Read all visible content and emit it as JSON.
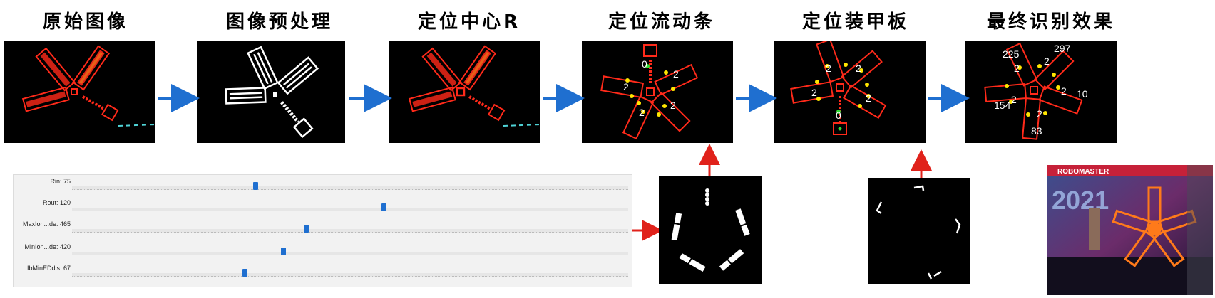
{
  "stages": [
    "原始图像",
    "图像预处理",
    "定位中心R",
    "定位流动条",
    "定位装甲板",
    "最终识别效果"
  ],
  "sliders": [
    {
      "label": "Rin: 75",
      "fraction": 0.33
    },
    {
      "label": "Rout: 120",
      "fraction": 0.56
    },
    {
      "label": "MaxIon...de: 465",
      "fraction": 0.42
    },
    {
      "label": "MinIon...de: 420",
      "fraction": 0.38
    },
    {
      "label": "IbMinEDdis: 67",
      "fraction": 0.31
    }
  ],
  "flow_panel_labels": [
    "0",
    "2",
    "2",
    "2",
    "2"
  ],
  "armor_panel_labels": [
    "2",
    "2",
    "2",
    "2",
    "0"
  ],
  "final_labels": [
    "225",
    "297",
    "2",
    "2",
    "2",
    "10",
    "154",
    "2",
    "83"
  ],
  "photo_texts": {
    "brand": "ROBOMASTER",
    "year": "2021"
  },
  "colors": {
    "arrow_blue": "#1f6fd0",
    "arrow_red": "#e0221b",
    "marker_red": "#ff2a1a",
    "point_yellow": "#ffe600",
    "point_green": "#33dd33"
  }
}
